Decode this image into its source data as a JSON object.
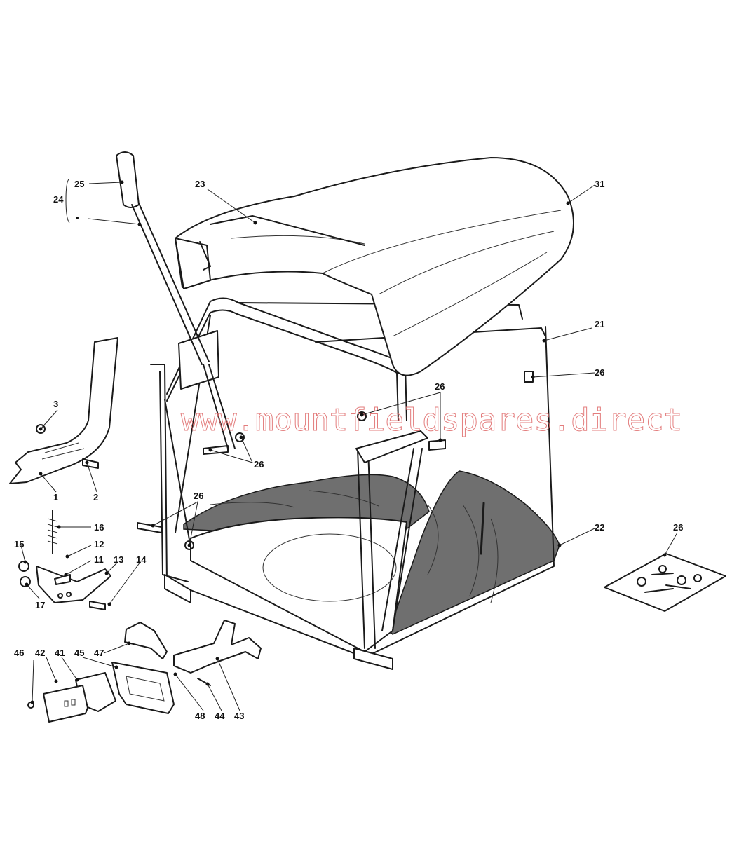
{
  "watermark": "www.mountfieldspares.direct",
  "callouts": {
    "c1": "1",
    "c2": "2",
    "c3": "3",
    "c11": "11",
    "c12": "12",
    "c13": "13",
    "c14": "14",
    "c15": "15",
    "c16": "16",
    "c17": "17",
    "c21": "21",
    "c22": "22",
    "c23": "23",
    "c24": "24",
    "c25": "25",
    "c26a": "26",
    "c26b": "26",
    "c26c": "26",
    "c26d": "26",
    "c26e": "26",
    "c31": "31",
    "c41": "41",
    "c42": "42",
    "c43": "43",
    "c44": "44",
    "c45": "45",
    "c46": "46",
    "c47": "47",
    "c48": "48"
  },
  "colors": {
    "bag": "#6f6f6f",
    "line": "#1a1a1a",
    "watermark": "#e07070"
  }
}
